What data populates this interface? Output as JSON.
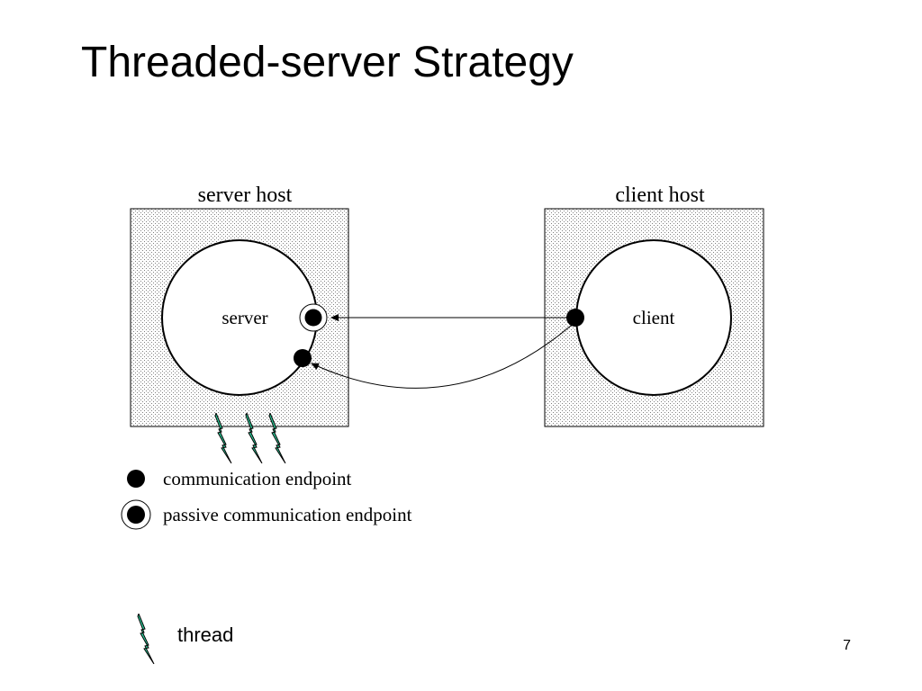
{
  "slide": {
    "title": "Threaded-server Strategy",
    "page_number": "7"
  },
  "diagram": {
    "server_host": {
      "label": "server host",
      "process_label": "server"
    },
    "client_host": {
      "label": "client host",
      "process_label": "client"
    }
  },
  "legend": {
    "communication_endpoint": "communication endpoint",
    "passive_communication_endpoint": "passive communication endpoint",
    "thread": "thread"
  },
  "colors": {
    "thread_fill": "#2ecc9a",
    "host_dots": "#808080",
    "endpoint": "#000000"
  },
  "icons": {
    "thread": "lightning-bolt-icon",
    "endpoint": "filled-circle-icon",
    "passive_endpoint": "ringed-circle-icon"
  }
}
